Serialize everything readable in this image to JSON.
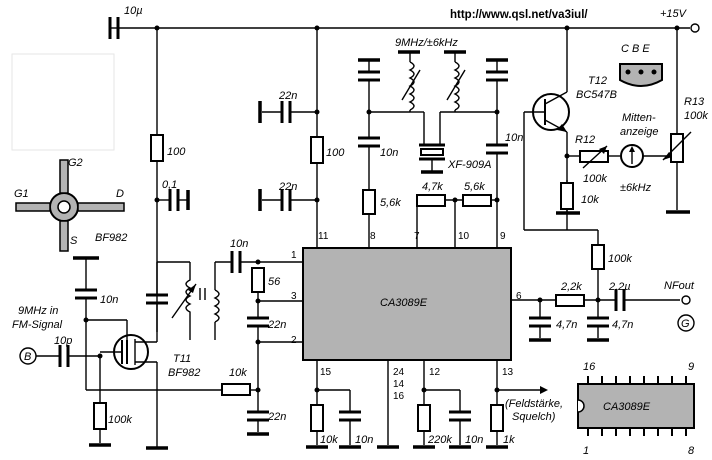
{
  "url": "http://www.qsl.net/va3iul/",
  "supply": "+15V",
  "ic_main": "CA3089E",
  "ic_pins": {
    "p1": "1",
    "p2": "2",
    "p3": "3",
    "p6": "6",
    "p7": "7",
    "p8": "8",
    "p9": "9",
    "p10": "10",
    "p11": "11",
    "p12": "12",
    "p13": "13",
    "p15": "15",
    "p24": "24",
    "p14": "14",
    "p16": "16"
  },
  "pinout": {
    "name": "CA3089E",
    "pin16": "16",
    "pin9": "9",
    "pin1": "1",
    "pin8": "8"
  },
  "transistor_t12": {
    "name": "T12",
    "type": "BC547B",
    "pins": "C B E"
  },
  "transistor_t11": {
    "name": "T11",
    "type": "BF982"
  },
  "mosfet_legend": {
    "g1": "G1",
    "g2": "G2",
    "s": "S",
    "d": "D",
    "type": "BF982"
  },
  "filter": {
    "label": "9MHz/±6kHz",
    "crystal": "XF-909A"
  },
  "meter": {
    "line1": "Mitten-",
    "line2": "anzeige",
    "range": "±6kHz"
  },
  "signal_in": {
    "line1": "9MHz in",
    "line2": "FM-Signal",
    "node": "B"
  },
  "output": {
    "label": "NFout",
    "node": "G"
  },
  "squelch": {
    "line1": "(Feldstärke,",
    "line2": "Squelch)"
  },
  "components": {
    "c_top": "10µ",
    "r_100a": "100",
    "c_01": "0,1",
    "c_22n_a": "22n",
    "r_100b": "100",
    "c_22n_b": "22n",
    "c_10n_a": "10n",
    "r_56k": "5,6k",
    "r_47k": "4,7k",
    "r_56k_b": "5,6k",
    "c_10n_b": "10n",
    "r_12": "R12",
    "r_12v": "100k",
    "r_13": "R13",
    "r_13v": "100k",
    "r_10k_a": "10k",
    "r_100k_a": "100k",
    "c_10n_pin1": "10n",
    "r_56": "56",
    "c_22n_c": "22n",
    "c_10n_in": "10n",
    "c_10p": "10p",
    "r_10k_b": "10k",
    "r_100k_b": "100k",
    "c_22n_d": "22n",
    "r_10k_c": "10k",
    "c_10n_c": "10n",
    "r_220k": "220k",
    "c_10n_d": "10n",
    "r_1k": "1k",
    "r_22k": "2,2k",
    "c_22u": "2,2µ",
    "c_47n_a": "4,7n",
    "c_47n_b": "4,7n"
  }
}
